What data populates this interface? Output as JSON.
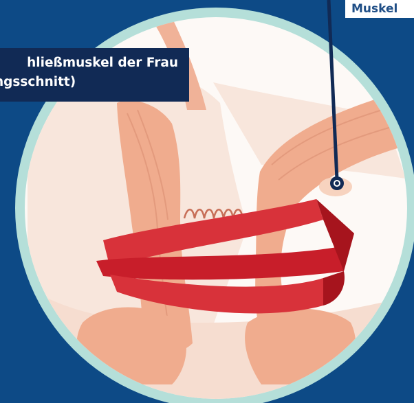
{
  "colors": {
    "background": "#0d4a86",
    "ring": "#b5dfd9",
    "title_box": "#112a55",
    "muscle_band": "#d8323a",
    "muscle_dark": "#a6141d",
    "tissue": "#f0ac8e",
    "skin": "#f8e6dc"
  },
  "title": {
    "line1": "hließmuskel der Frau",
    "line2": "ngsschnitt)"
  },
  "label": {
    "text": "Muskel"
  }
}
